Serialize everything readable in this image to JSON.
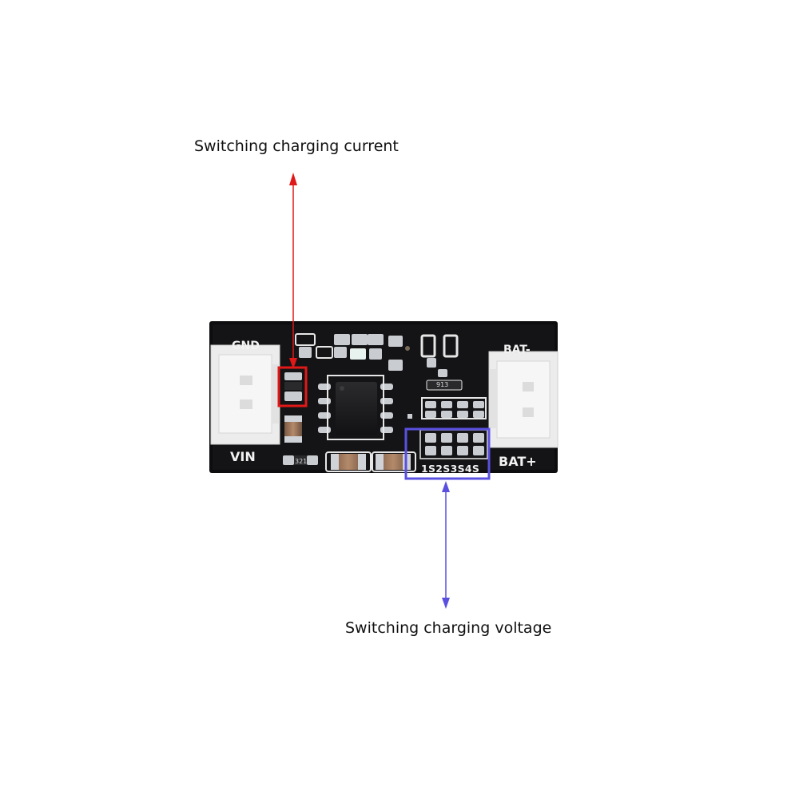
{
  "annotations": {
    "current": {
      "label": "Switching charging current",
      "color": "#e01818"
    },
    "voltage": {
      "label": "Switching charging voltage",
      "color": "#5a50e0"
    }
  },
  "board": {
    "labels": {
      "gnd": "GND",
      "vin": "VIN",
      "bat_minus": "BAT-",
      "bat_plus": "BAT+",
      "cells": "1S2S3S4S",
      "resistor_code": "321",
      "resistor_code_2": "913"
    },
    "colors": {
      "pcb": "#0d0d0f",
      "connector": "#ededed",
      "pad": "#c9ccd1"
    }
  }
}
